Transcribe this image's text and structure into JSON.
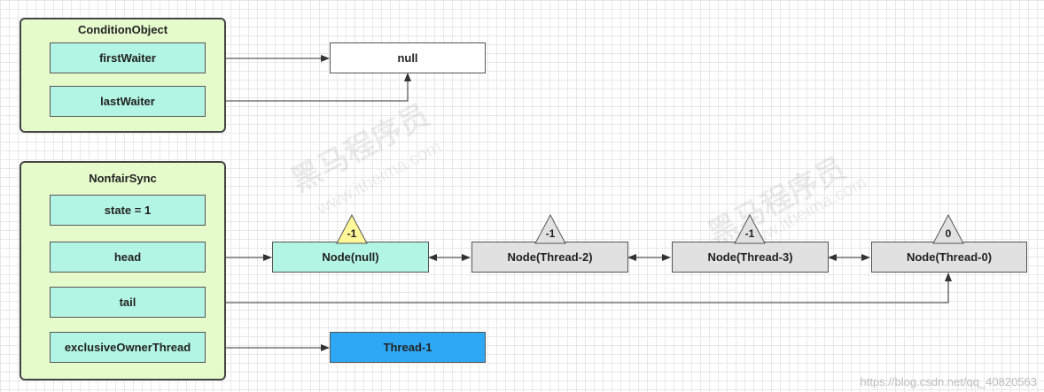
{
  "watermark": {
    "brand": "黑马程序员",
    "site": "www.itheima.com"
  },
  "condition_object": {
    "title": "ConditionObject",
    "fields": {
      "first_waiter": "firstWaiter",
      "last_waiter": "lastWaiter"
    }
  },
  "null_box": {
    "label": "null"
  },
  "nonfair_sync": {
    "title": "NonfairSync",
    "fields": {
      "state": "state = 1",
      "head": "head",
      "tail": "tail",
      "exclusive_owner": "exclusiveOwnerThread"
    }
  },
  "nodes": [
    {
      "label": "Node(null)",
      "wait_status": "-1",
      "fill": "#b2f5e5",
      "marker_fill": "#fff799"
    },
    {
      "label": "Node(Thread-2)",
      "wait_status": "-1",
      "fill": "#e1e1e1",
      "marker_fill": "#e1e1e1"
    },
    {
      "label": "Node(Thread-3)",
      "wait_status": "-1",
      "fill": "#e1e1e1",
      "marker_fill": "#e1e1e1"
    },
    {
      "label": "Node(Thread-0)",
      "wait_status": "0",
      "fill": "#e1e1e1",
      "marker_fill": "#e1e1e1"
    }
  ],
  "owner_thread": {
    "label": "Thread-1",
    "fill": "#2ea7f5"
  },
  "footer": {
    "text": "https://blog.csdn.net/qq_40820563"
  }
}
